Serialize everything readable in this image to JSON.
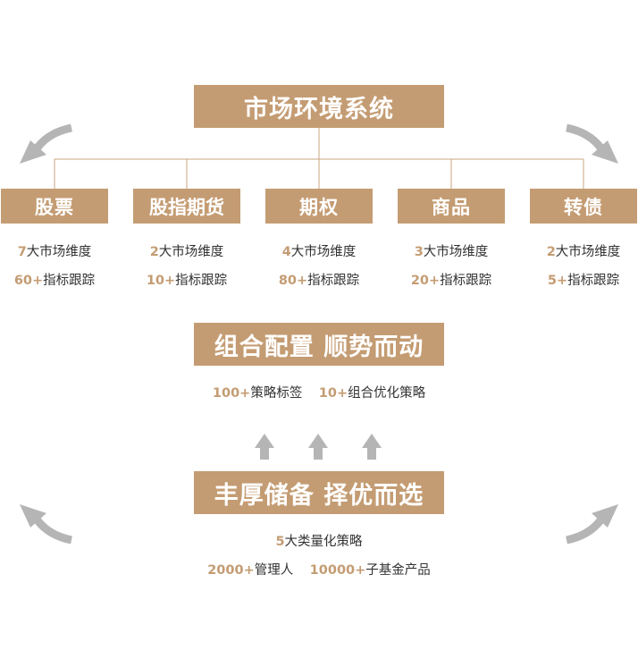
{
  "colors": {
    "accent": "#c49c73",
    "text": "#333333",
    "arrow": "#b5b5b5",
    "connector": "#c9a77f"
  },
  "top_title": "市场环境系统",
  "categories": [
    {
      "label": "股票",
      "stat1_num": "7",
      "stat1_text": "大市场维度",
      "stat2_num": "60+",
      "stat2_text": "指标跟踪"
    },
    {
      "label": "股指期货",
      "stat1_num": "2",
      "stat1_text": "大市场维度",
      "stat2_num": "10+",
      "stat2_text": "指标跟踪"
    },
    {
      "label": "期权",
      "stat1_num": "4",
      "stat1_text": "大市场维度",
      "stat2_num": "80+",
      "stat2_text": "指标跟踪"
    },
    {
      "label": "商品",
      "stat1_num": "3",
      "stat1_text": "大市场维度",
      "stat2_num": "20+",
      "stat2_text": "指标跟踪"
    },
    {
      "label": "转债",
      "stat1_num": "2",
      "stat1_text": "大市场维度",
      "stat2_num": "5+",
      "stat2_text": "指标跟踪"
    }
  ],
  "middle": {
    "title": "组合配置 顺势而动",
    "stat1_num": "100+",
    "stat1_text": "策略标签",
    "stat2_num": "10+",
    "stat2_text": "组合优化策略"
  },
  "bottom": {
    "title": "丰厚储备 择优而选",
    "line1_num": "5",
    "line1_text": "大类量化策略",
    "stat1_num": "2000+",
    "stat1_text": "管理人",
    "stat2_num": "10000+",
    "stat2_text": "子基金产品"
  },
  "icons": [
    "curved-arrow-icon",
    "up-arrow-icon"
  ]
}
